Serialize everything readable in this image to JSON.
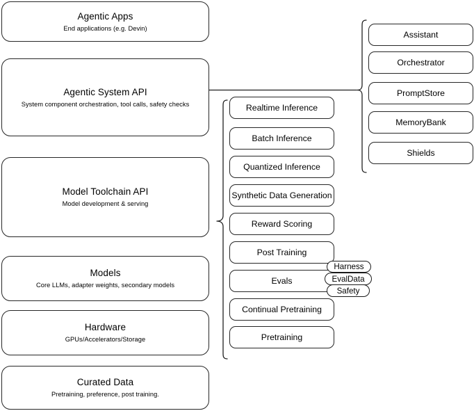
{
  "diagram": {
    "title": "Agentic AI stack layer diagram",
    "colors": {
      "stroke": "#262626",
      "background": "#ffffff",
      "text": "#000000"
    }
  },
  "layers": [
    {
      "id": "agentic-apps",
      "title": "Agentic Apps",
      "subtitle": "End applications (e.g. Devin)"
    },
    {
      "id": "agentic-system-api",
      "title": "Agentic System API",
      "subtitle": "System component orchestration, tool calls, safety checks"
    },
    {
      "id": "model-toolchain-api",
      "title": "Model Toolchain API",
      "subtitle": "Model development & serving"
    },
    {
      "id": "models",
      "title": "Models",
      "subtitle": "Core LLMs, adapter weights, secondary models"
    },
    {
      "id": "hardware",
      "title": "Hardware",
      "subtitle": "GPUs/Accelerators/Storage"
    },
    {
      "id": "curated-data",
      "title": "Curated Data",
      "subtitle": "Pretraining, preference, post training."
    }
  ],
  "toolchain_components": [
    {
      "id": "realtime-inference",
      "label": "Realtime Inference"
    },
    {
      "id": "batch-inference",
      "label": "Batch Inference"
    },
    {
      "id": "quantized-inference",
      "label": "Quantized Inference"
    },
    {
      "id": "synthetic-data-generation",
      "label": "Synthetic Data Generation"
    },
    {
      "id": "reward-scoring",
      "label": "Reward Scoring"
    },
    {
      "id": "post-training",
      "label": "Post Training"
    },
    {
      "id": "evals",
      "label": "Evals"
    },
    {
      "id": "continual-pretraining",
      "label": "Continual Pretraining"
    },
    {
      "id": "pretraining",
      "label": "Pretraining"
    }
  ],
  "eval_tags": [
    {
      "id": "harness",
      "label": "Harness"
    },
    {
      "id": "evaldata",
      "label": "EvalData"
    },
    {
      "id": "safety",
      "label": "Safety"
    }
  ],
  "system_components": [
    {
      "id": "assistant",
      "label": "Assistant"
    },
    {
      "id": "orchestrator",
      "label": "Orchestrator"
    },
    {
      "id": "promptstore",
      "label": "PromptStore"
    },
    {
      "id": "memorybank",
      "label": "MemoryBank"
    },
    {
      "id": "shields",
      "label": "Shields"
    }
  ]
}
